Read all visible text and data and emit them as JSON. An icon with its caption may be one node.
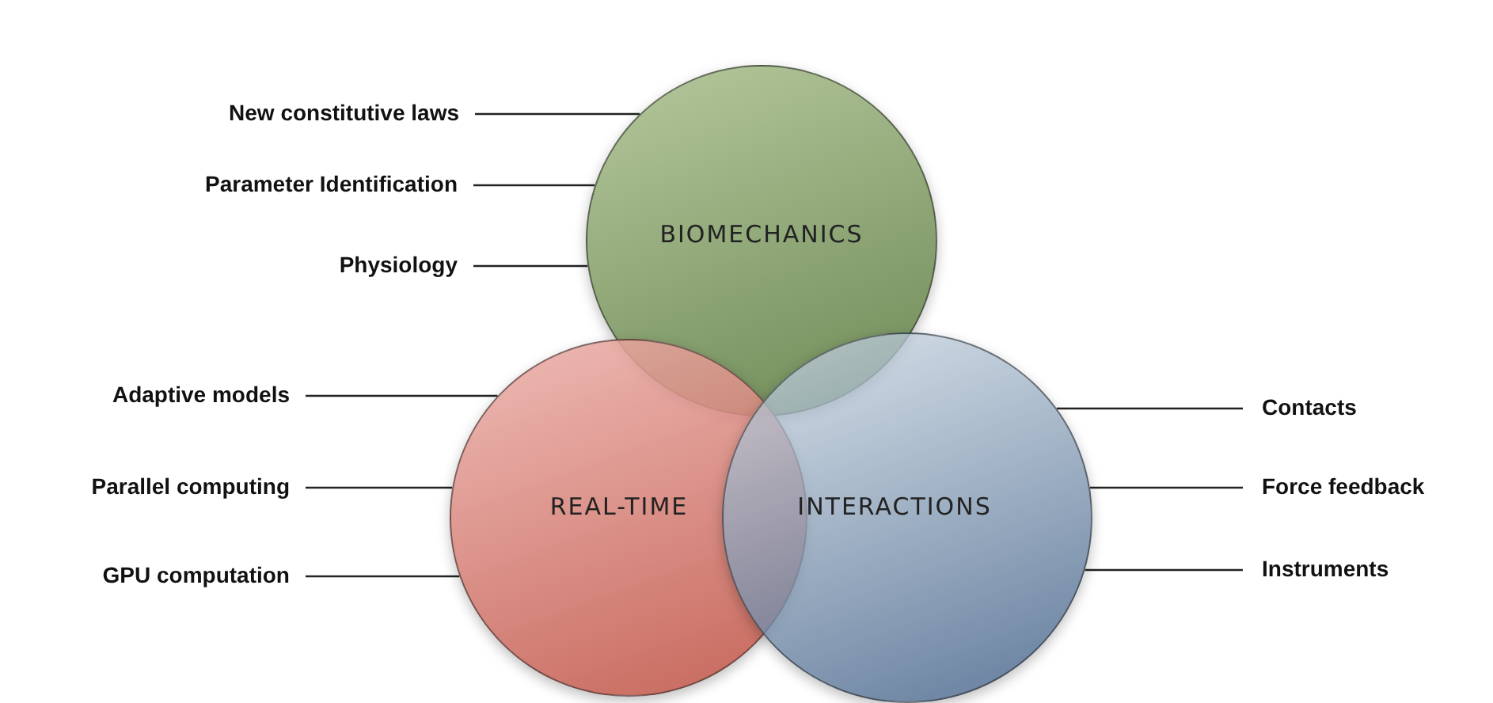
{
  "diagram": {
    "nodes": [
      {
        "text": [
          "BIOMECHANICS"
        ]
      },
      {
        "text": [
          "REAL-TIME"
        ]
      },
      {
        "text": [
          "INTERACTIONS"
        ]
      },
      {
        "text": [
          "New constitutive laws"
        ]
      },
      {
        "text": [
          "Parameter Identification"
        ]
      },
      {
        "text": [
          "Physiology"
        ]
      },
      {
        "text": [
          "Adaptive models"
        ]
      },
      {
        "text": [
          "Parallel computing"
        ]
      },
      {
        "text": [
          "GPU computation"
        ]
      },
      {
        "text": [
          "Contacts"
        ]
      },
      {
        "text": [
          "Force feedback"
        ]
      },
      {
        "text": [
          "Instruments"
        ]
      }
    ],
    "edges": [
      {
        "from": 3,
        "to": 0,
        "arrow": "none"
      },
      {
        "from": 4,
        "to": 0,
        "arrow": "none"
      },
      {
        "from": 5,
        "to": 0,
        "arrow": "none"
      },
      {
        "from": 6,
        "to": 1,
        "arrow": "none"
      },
      {
        "from": 7,
        "to": 1,
        "arrow": "none"
      },
      {
        "from": 8,
        "to": 1,
        "arrow": "none"
      },
      {
        "from": 9,
        "to": 2,
        "arrow": "none"
      },
      {
        "from": 10,
        "to": 2,
        "arrow": "none"
      },
      {
        "from": 11,
        "to": 2,
        "arrow": "none"
      }
    ]
  }
}
